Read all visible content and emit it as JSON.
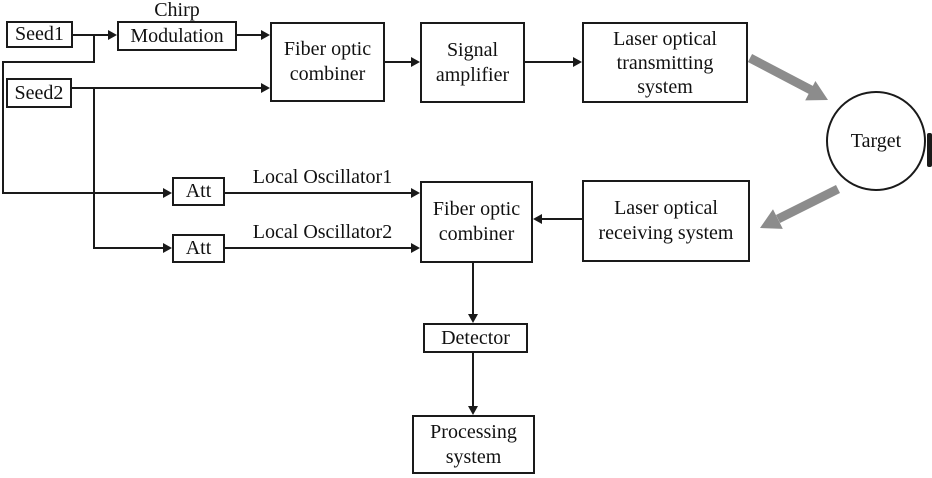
{
  "colors": {
    "background": "#ffffff",
    "line": "#1a1a1a",
    "beam_arrow": "#8c8c8c"
  },
  "nodes": {
    "seed1": "Seed1",
    "seed2": "Seed2",
    "chirp_caption": "Chirp",
    "modulation": "Modulation",
    "fiber_optic_combiner_tx": "Fiber optic\ncombiner",
    "signal_amplifier": "Signal\namplifier",
    "laser_transmitting": "Laser optical\ntransmitting\nsystem",
    "target": "Target",
    "laser_receiving": "Laser optical\nreceiving system",
    "fiber_optic_combiner_rx": "Fiber optic\ncombiner",
    "att1": "Att",
    "att2": "Att",
    "detector": "Detector",
    "processing": "Processing\nsystem"
  },
  "edge_labels": {
    "local_oscillator1": "Local Oscillator1",
    "local_oscillator2": "Local Oscillator2"
  }
}
